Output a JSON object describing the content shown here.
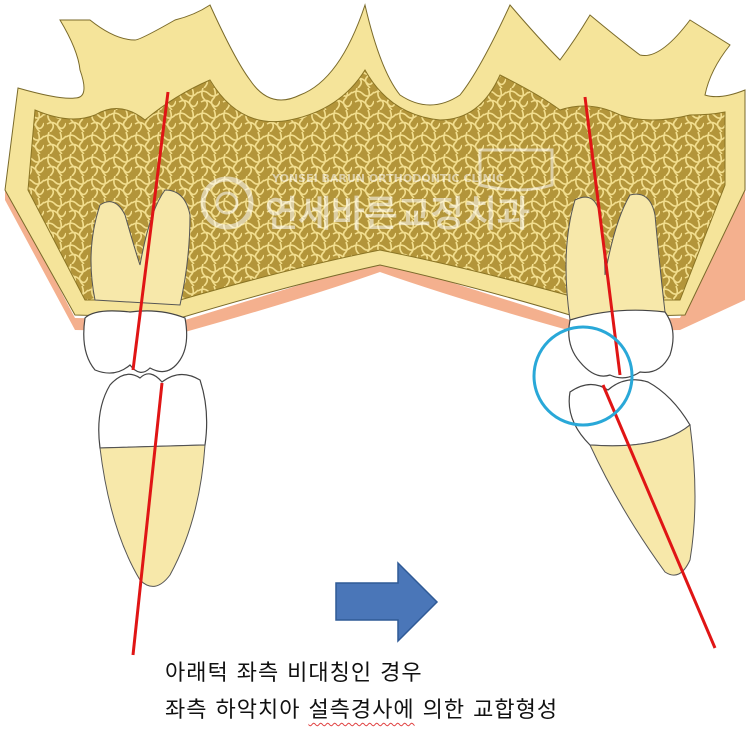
{
  "watermark": {
    "clinic_name": "연세바른교정치과",
    "clinic_name_en": "YONSEI BARUN ORTHODONTIC CLINIC"
  },
  "caption": {
    "line1": "아래턱 좌측 비대칭인 경우",
    "line2_plain1": "좌측 하악치아 ",
    "line2_squiggle": "설측경사에",
    "line2_plain2": " 의한 교합형성"
  },
  "colors": {
    "bone_outer": "#f5e49a",
    "bone_inner": "#b89a3a",
    "gum": "#f4b08e",
    "tooth_root": "#f7e8aa",
    "crown": "#ffffff",
    "axis_line": "#e01515",
    "highlight_circle": "#29a8d8",
    "arrow": "#4a76b8"
  }
}
